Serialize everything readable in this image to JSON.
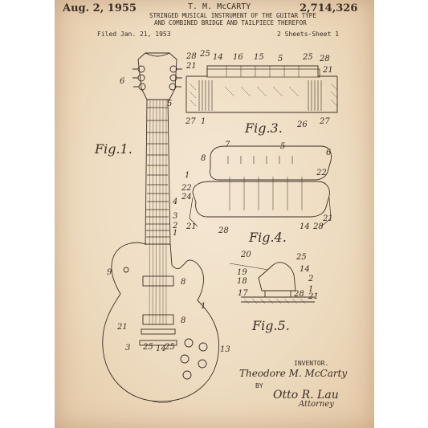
{
  "header": {
    "date": "Aug. 2, 1955",
    "inventor_name": "T. M. McCARTY",
    "patent_number": "2,714,326",
    "title_line1": "STRINGED MUSICAL INSTRUMENT OF THE GUITAR TYPE",
    "title_line2": "AND COMBINED BRIDGE AND TAILPIECE THEREFOR",
    "filed": "Filed Jan. 21, 1953",
    "sheets": "2 Sheets-Sheet 1"
  },
  "figures": {
    "fig1": "Fig.1.",
    "fig3": "Fig.3.",
    "fig4": "Fig.4.",
    "fig5": "Fig.5."
  },
  "signature": {
    "inventor_label": "INVENTOR.",
    "inventor": "Theodore M. McCarty",
    "by": "BY",
    "attorney_sig": "Otto R. Lau",
    "attorney": "Attorney"
  },
  "labels": {
    "fig1": [
      "6",
      "5",
      "4",
      "3",
      "2",
      "1",
      "9",
      "8",
      "8",
      "1",
      "21",
      "3",
      "25",
      "14",
      "25",
      "13"
    ],
    "fig3": [
      "28",
      "25",
      "14",
      "16",
      "15",
      "5",
      "25",
      "28",
      "21",
      "21",
      "27",
      "1",
      "26",
      "27"
    ],
    "fig4": [
      "7",
      "5",
      "6",
      "8",
      "1",
      "22",
      "24",
      "22",
      "21",
      "28",
      "14",
      "21",
      "28"
    ],
    "fig5": [
      "20",
      "25",
      "14",
      "19",
      "18",
      "2",
      "17",
      "1",
      "28",
      "21"
    ]
  },
  "colors": {
    "paper": "#f1e2cb",
    "ink": "#3b2e24"
  }
}
